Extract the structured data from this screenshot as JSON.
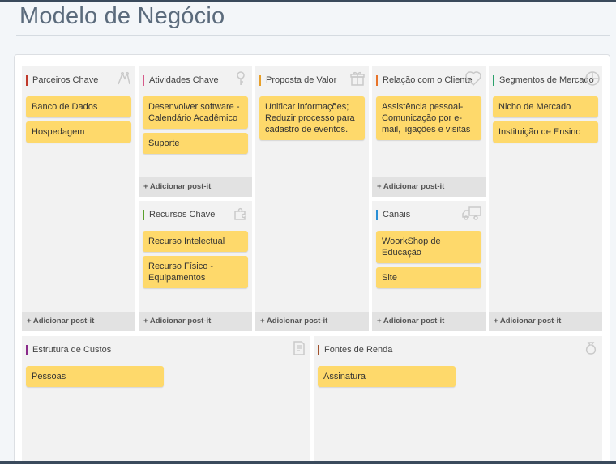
{
  "page_title": "Modelo de Negócio",
  "add_label": "+ Adicionar post-it",
  "colors": {
    "note": "#fed96b",
    "panel": "#f2f2f2",
    "add_bar": "#e2e2e2"
  },
  "panels": {
    "parceiros": {
      "title": "Parceiros Chave",
      "accent": "#c0392b",
      "icon": "handshake-icon",
      "notes": [
        "Banco de Dados",
        "Hospedagem"
      ]
    },
    "atividades": {
      "title": "Atividades Chave",
      "accent": "#d65a8a",
      "icon": "key-icon",
      "notes": [
        "Desenvolver software - Calendário Acadêmico",
        "Suporte"
      ]
    },
    "recursos": {
      "title": "Recursos Chave",
      "accent": "#5aa02c",
      "icon": "puzzle-icon",
      "notes": [
        "Recurso Intelectual",
        "Recurso Físico - Equipamentos"
      ]
    },
    "proposta": {
      "title": "Proposta de Valor",
      "accent": "#e8a02a",
      "icon": "gift-icon",
      "notes": [
        "Unificar informações; Reduzir processo para cadastro de eventos."
      ]
    },
    "relacao": {
      "title": "Relação com o Cliente",
      "accent": "#e8742a",
      "icon": "heart-icon",
      "notes": [
        "Assistência pessoal- Comunicação por e-mail, ligações e visitas"
      ]
    },
    "canais": {
      "title": "Canais",
      "accent": "#2a8fd6",
      "icon": "truck-icon",
      "notes": [
        "WoorkShop de Educação",
        "Site"
      ]
    },
    "segmentos": {
      "title": "Segmentos de Mercado",
      "accent": "#2aa06a",
      "icon": "pie-chart-icon",
      "notes": [
        "Nicho de Mercado",
        "Instituição de Ensino"
      ]
    },
    "custos": {
      "title": "Estrutura de Custos",
      "accent": "#8a2a8a",
      "icon": "document-icon",
      "notes": [
        "Pessoas"
      ]
    },
    "receitas": {
      "title": "Fontes de Renda",
      "accent": "#a0522d",
      "icon": "money-bag-icon",
      "notes": [
        "Assinatura"
      ]
    }
  }
}
